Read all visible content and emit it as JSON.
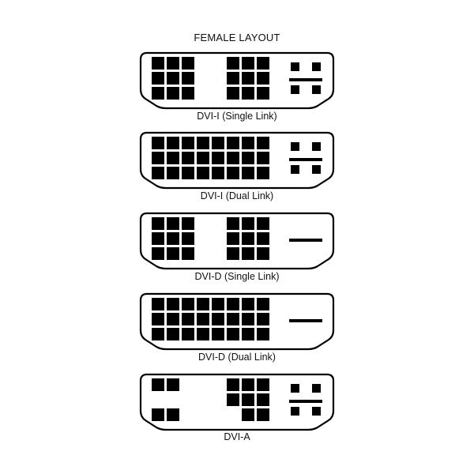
{
  "title": "FEMALE LAYOUT",
  "colors": {
    "outline": "#000000",
    "pin": "#000000",
    "background": "#ffffff"
  },
  "connectors": [
    {
      "label": "DVI-I (Single Link)",
      "pin_layout": "single-link",
      "analog_pins": true
    },
    {
      "label": "DVI-I (Dual Link)",
      "pin_layout": "dual-link",
      "analog_pins": true
    },
    {
      "label": "DVI-D (Single Link)",
      "pin_layout": "single-link",
      "analog_pins": false
    },
    {
      "label": "DVI-D (Dual Link)",
      "pin_layout": "dual-link",
      "analog_pins": false
    },
    {
      "label": "DVI-A",
      "pin_layout": "analog-only",
      "analog_pins": true
    }
  ]
}
